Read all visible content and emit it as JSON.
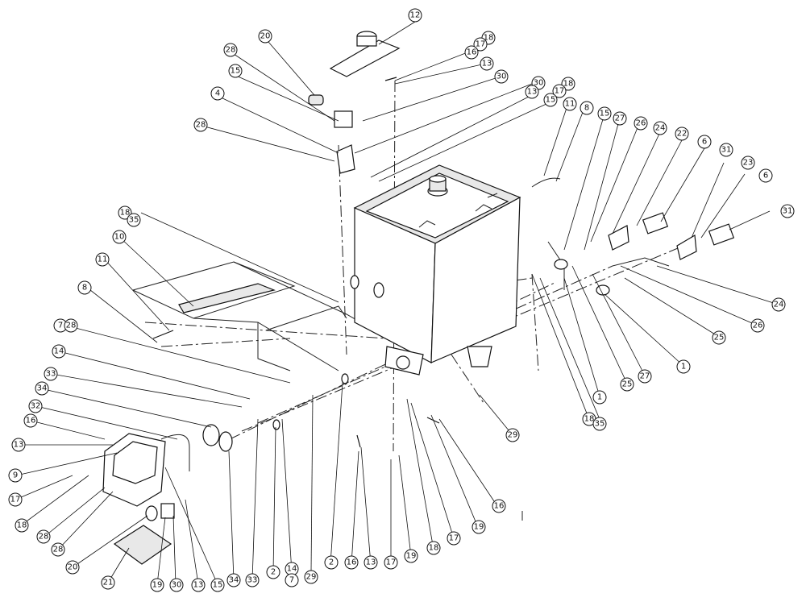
{
  "callouts": [
    {
      "label": "12"
    },
    {
      "label": "20"
    },
    {
      "label": "28"
    },
    {
      "label": "15"
    },
    {
      "label": "4"
    },
    {
      "label": "28"
    },
    {
      "label": "18"
    },
    {
      "label": "17"
    },
    {
      "label": "16"
    },
    {
      "label": "13"
    },
    {
      "label": "30"
    },
    {
      "label": "30"
    },
    {
      "label": "18"
    },
    {
      "label": "17"
    },
    {
      "label": "13"
    },
    {
      "label": "15"
    },
    {
      "label": "11"
    },
    {
      "label": "8"
    },
    {
      "label": "15"
    },
    {
      "label": "27"
    },
    {
      "label": "26"
    },
    {
      "label": "24"
    },
    {
      "label": "22"
    },
    {
      "label": "6"
    },
    {
      "label": "31"
    },
    {
      "label": "23"
    },
    {
      "label": "6"
    },
    {
      "label": "31"
    },
    {
      "label": "18"
    },
    {
      "label": "35"
    },
    {
      "label": "10"
    },
    {
      "label": "11"
    },
    {
      "label": "8"
    },
    {
      "label": "7"
    },
    {
      "label": "28"
    },
    {
      "label": "14"
    },
    {
      "label": "33"
    },
    {
      "label": "34"
    },
    {
      "label": "32"
    },
    {
      "label": "16"
    },
    {
      "label": "13"
    },
    {
      "label": "9"
    },
    {
      "label": "17"
    },
    {
      "label": "18"
    },
    {
      "label": "28"
    },
    {
      "label": "28"
    },
    {
      "label": "20"
    },
    {
      "label": "21"
    },
    {
      "label": "19"
    },
    {
      "label": "30"
    },
    {
      "label": "13"
    },
    {
      "label": "15"
    },
    {
      "label": "34"
    },
    {
      "label": "33"
    },
    {
      "label": "2"
    },
    {
      "label": "14"
    },
    {
      "label": "7"
    },
    {
      "label": "29"
    },
    {
      "label": "2"
    },
    {
      "label": "16"
    },
    {
      "label": "13"
    },
    {
      "label": "17"
    },
    {
      "label": "19"
    },
    {
      "label": "18"
    },
    {
      "label": "17"
    },
    {
      "label": "19"
    },
    {
      "label": "16"
    },
    {
      "label": "29"
    },
    {
      "label": "1"
    },
    {
      "label": "18"
    },
    {
      "label": "35"
    },
    {
      "label": "25"
    },
    {
      "label": "27"
    },
    {
      "label": "1"
    },
    {
      "label": "25"
    },
    {
      "label": "26"
    },
    {
      "label": "24"
    }
  ]
}
